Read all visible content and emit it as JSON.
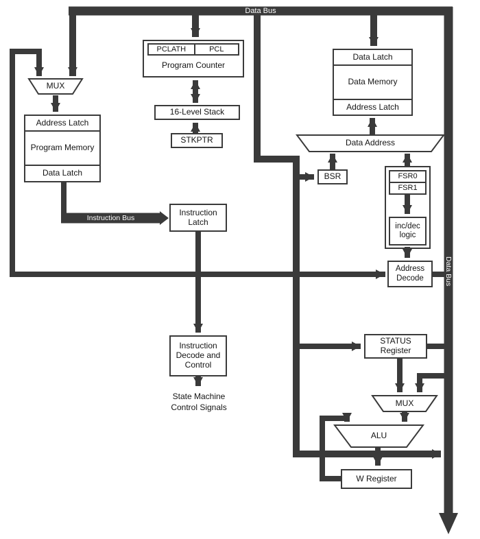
{
  "buses": {
    "top": "Data Bus",
    "right": "Data Bus",
    "instruction": "Instruction Bus"
  },
  "program_side": {
    "pclath": "PCLATH",
    "pcl": "PCL",
    "program_counter": "Program Counter",
    "stack": "16-Level Stack",
    "stkptr": "STKPTR",
    "mux": "MUX",
    "address_latch": "Address Latch",
    "program_memory": "Program Memory",
    "data_latch": "Data Latch",
    "instruction_latch": "Instruction Latch",
    "instruction_decode": "Instruction Decode and Control",
    "state_machine": "State Machine Control Signals"
  },
  "data_side": {
    "data_latch": "Data Latch",
    "data_memory": "Data Memory",
    "address_latch": "Address Latch",
    "data_address": "Data Address",
    "bsr": "BSR",
    "fsr0": "FSR0",
    "fsr1": "FSR1",
    "incdec_logic": "inc/dec logic",
    "address_decode": "Address Decode"
  },
  "alu_side": {
    "status_register": "STATUS Register",
    "mux": "MUX",
    "alu": "ALU",
    "w_register": "W Register"
  },
  "colors": {
    "line": "#3a3a3a",
    "box_fill": "#ffffff",
    "bus_text": "#ffffff"
  }
}
